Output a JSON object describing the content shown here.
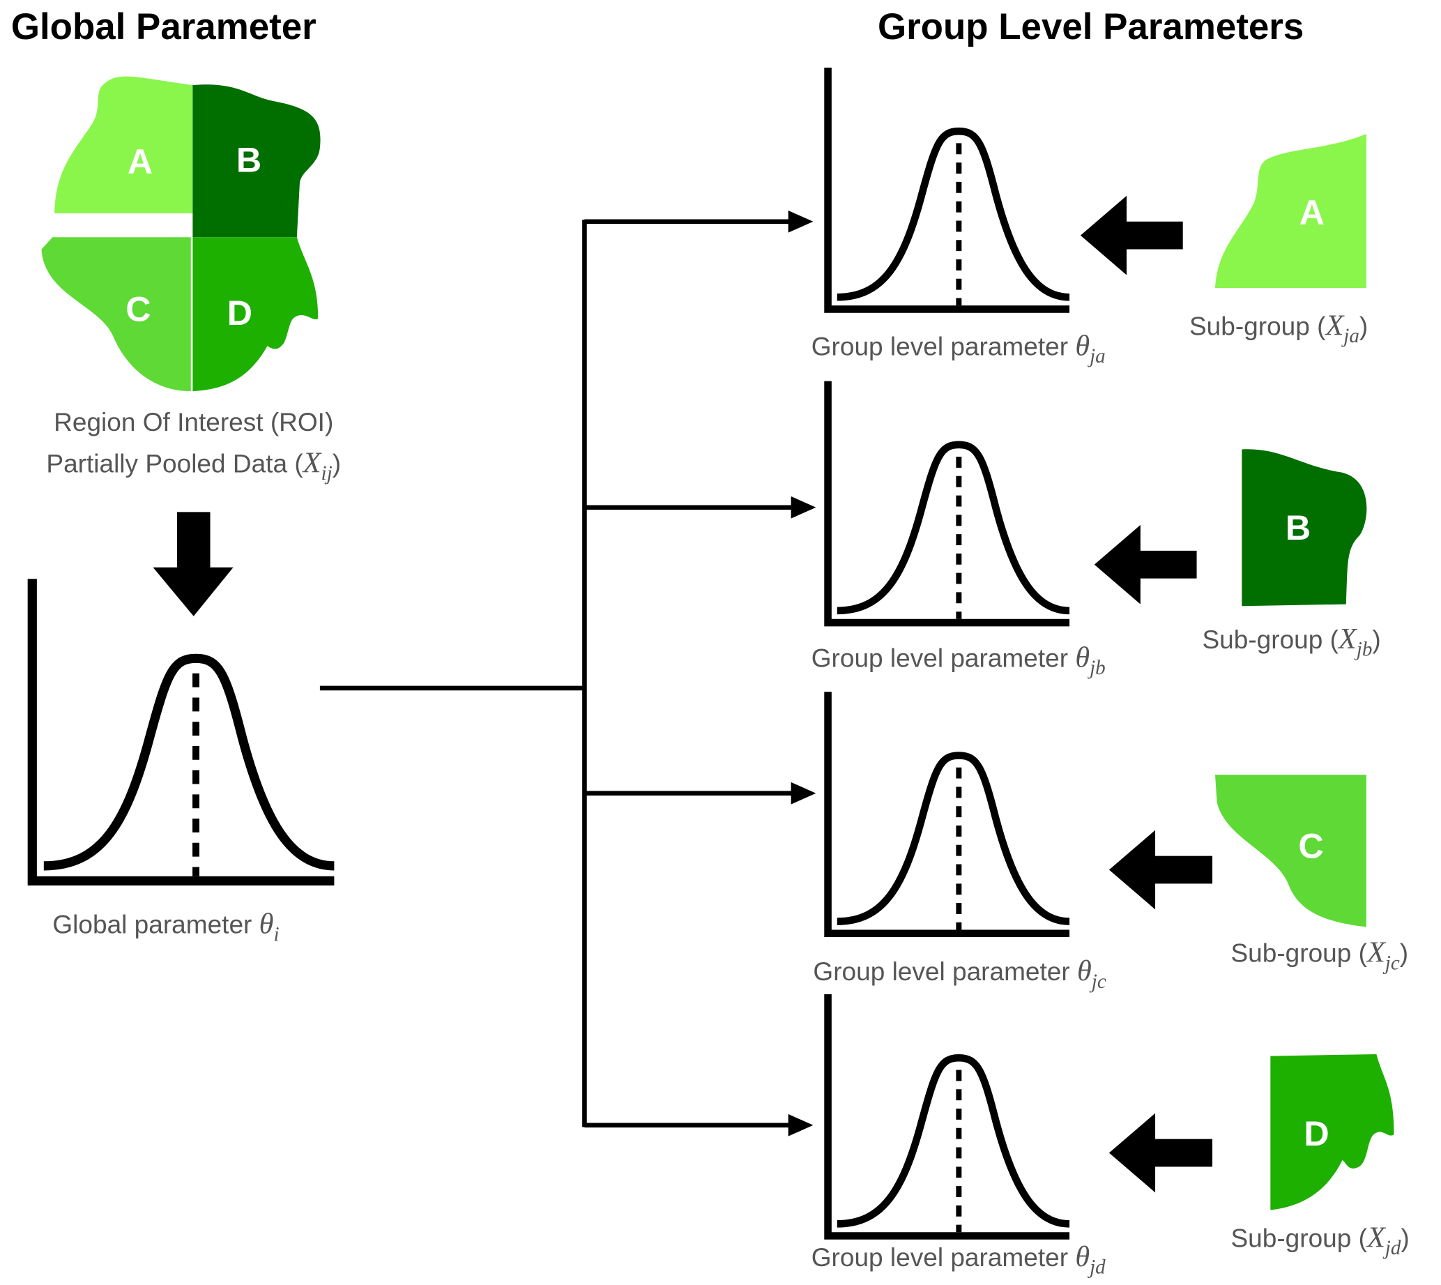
{
  "titles": {
    "global": "Global Parameter",
    "group": "Group Level Parameters"
  },
  "roi": {
    "line1": "Region Of Interest (ROI)",
    "line2_prefix": "Partially Pooled Data (",
    "line2_var": "X",
    "line2_sub": "ij",
    "line2_suffix": ")",
    "regions": [
      {
        "letter": "A",
        "color": "#8AF54B"
      },
      {
        "letter": "B",
        "color": "#006F00"
      },
      {
        "letter": "C",
        "color": "#5ED935"
      },
      {
        "letter": "D",
        "color": "#1EB000"
      }
    ]
  },
  "global_plot": {
    "prefix": "Global parameter ",
    "var": "θ",
    "sub": "i"
  },
  "group_plots": [
    {
      "prefix": "Group level parameter ",
      "var": "θ",
      "sub": "ja"
    },
    {
      "prefix": "Group level parameter ",
      "var": "θ",
      "sub": "jb"
    },
    {
      "prefix": "Group level parameter ",
      "var": "θ",
      "sub": "jc"
    },
    {
      "prefix": "Group level parameter ",
      "var": "θ",
      "sub": "jd"
    }
  ],
  "subgroups": [
    {
      "letter": "A",
      "prefix": "Sub-group (",
      "var": "X",
      "sub": "ja",
      "suffix": ")"
    },
    {
      "letter": "B",
      "prefix": "Sub-group (",
      "var": "X",
      "sub": "jb",
      "suffix": ")"
    },
    {
      "letter": "C",
      "prefix": "Sub-group (",
      "var": "X",
      "sub": "jc",
      "suffix": ")"
    },
    {
      "letter": "D",
      "prefix": "Sub-group (",
      "var": "X",
      "sub": "jd",
      "suffix": ")"
    }
  ]
}
